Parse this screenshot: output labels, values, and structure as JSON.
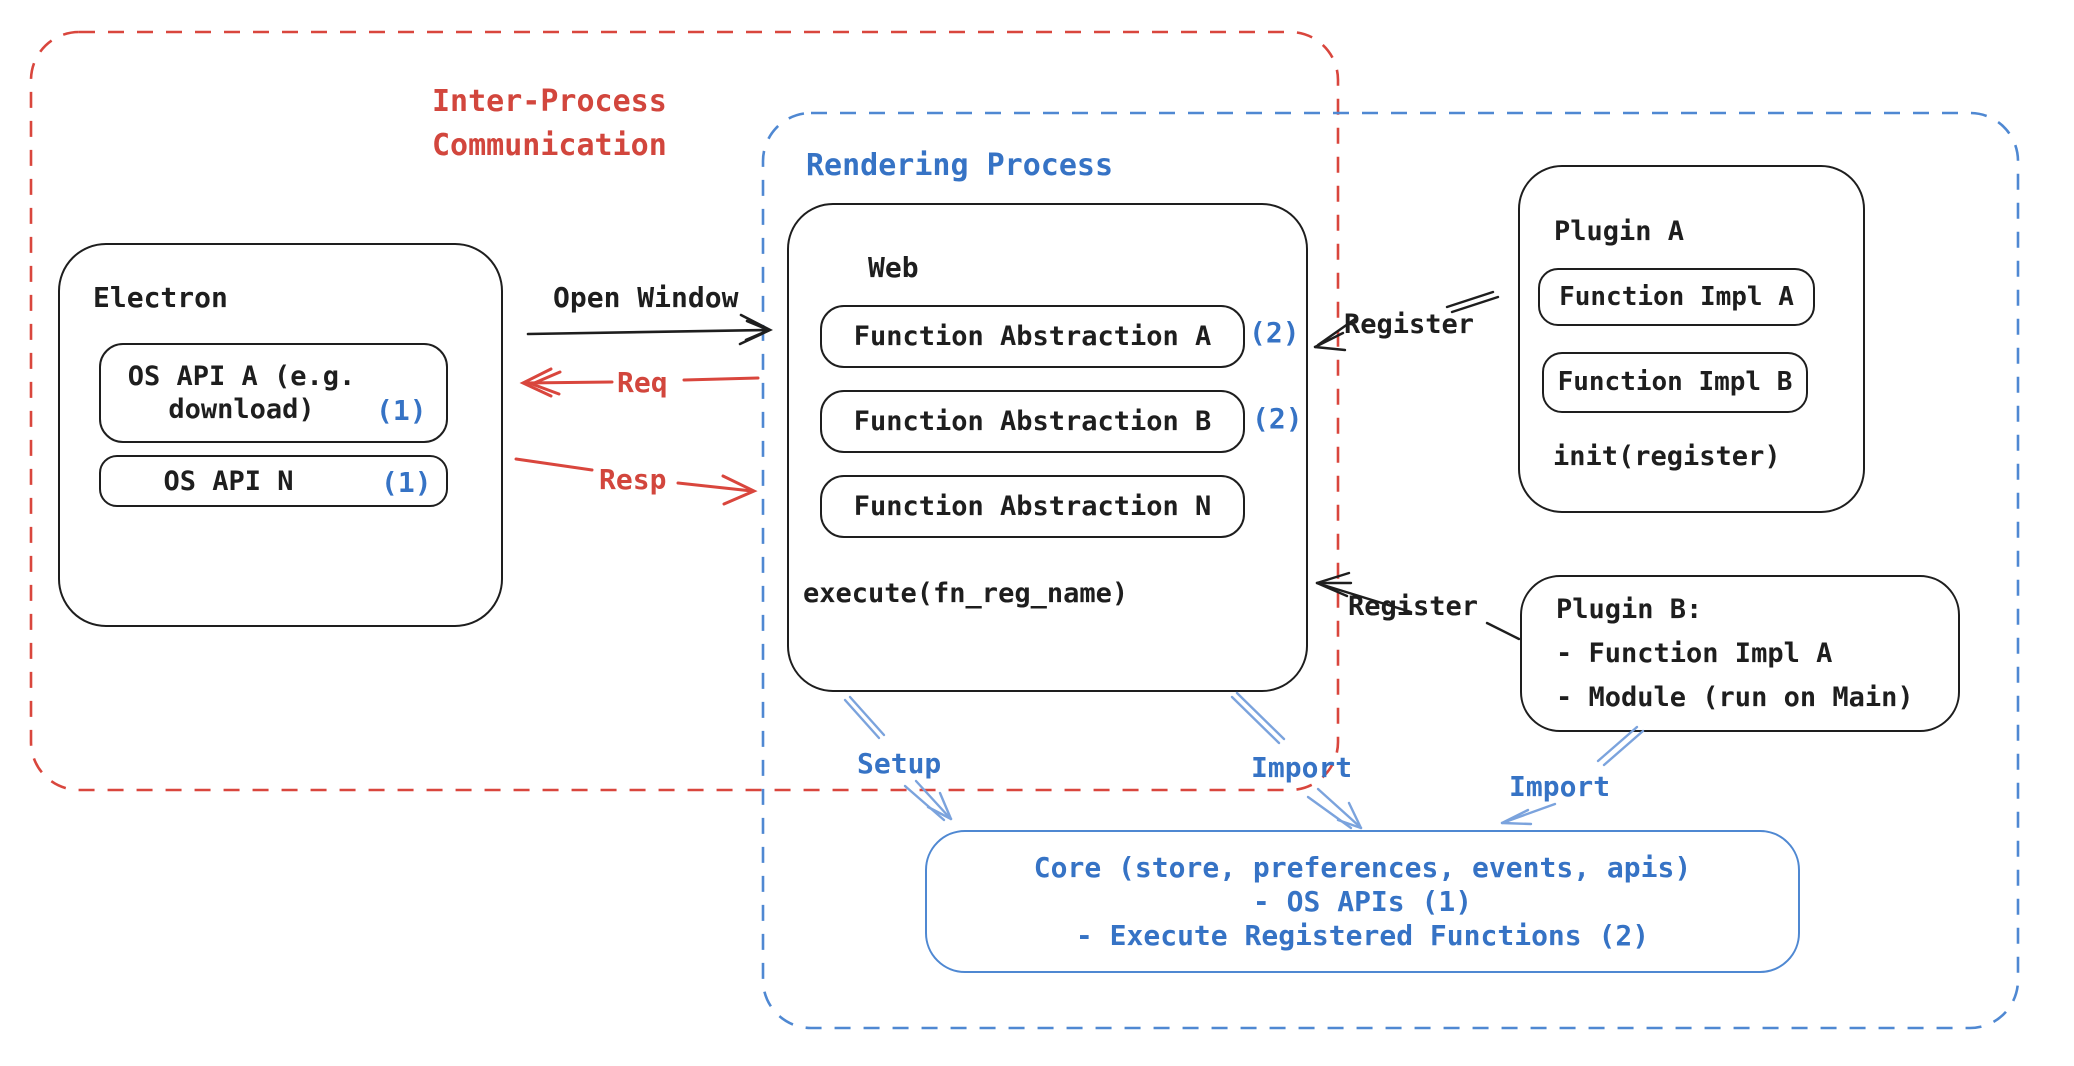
{
  "colors": {
    "red": "#d2463d",
    "blue_text": "#3673c5",
    "blue_stroke": "#4f88d2",
    "blue_arrow": "#7ba3dd",
    "ink": "#1e1e1e"
  },
  "ipc": {
    "label_line1": "Inter-Process",
    "label_line2": "Communication"
  },
  "rendering": {
    "label": "Rendering Process"
  },
  "electron": {
    "title": "Electron",
    "api_a_line1": "OS API A (e.g.",
    "api_a_line2": "download)",
    "api_a_ref": "(1)",
    "api_n": "OS API N",
    "api_n_ref": "(1)"
  },
  "web": {
    "title": "Web",
    "fa_a": "Function Abstraction A",
    "fa_a_ref": "(2)",
    "fa_b": "Function Abstraction B",
    "fa_b_ref": "(2)",
    "fa_n": "Function Abstraction N",
    "execute": "execute(fn_reg_name)"
  },
  "plugin_a": {
    "title": "Plugin A",
    "impl_a": "Function Impl A",
    "impl_b": "Function Impl B",
    "init": "init(register)"
  },
  "plugin_b": {
    "title": "Plugin B:",
    "item1": "- Function Impl A",
    "item2": "- Module (run on Main)"
  },
  "core": {
    "line1": "Core (store, preferences, events, apis)",
    "line2": "- OS APIs (1)",
    "line3": "- Execute Registered Functions (2)"
  },
  "arrows": {
    "open_window": "Open Window",
    "req": "Req",
    "resp": "Resp",
    "register_top": "Register",
    "register_bottom": "Register",
    "setup": "Setup",
    "import_mid": "Import",
    "import_right": "Import"
  }
}
